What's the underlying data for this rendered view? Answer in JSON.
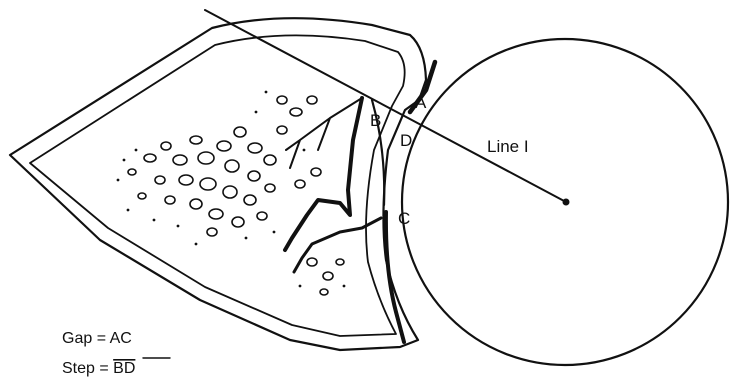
{
  "points": {
    "a": "A",
    "b": "B",
    "c": "C",
    "d": "D"
  },
  "line_label": "Line I",
  "legend": {
    "gap": "Gap = AC",
    "step_prefix": "Step = ",
    "step_overlined": "BD"
  },
  "colors": {
    "ink": "#111111",
    "background": "#ffffff"
  }
}
